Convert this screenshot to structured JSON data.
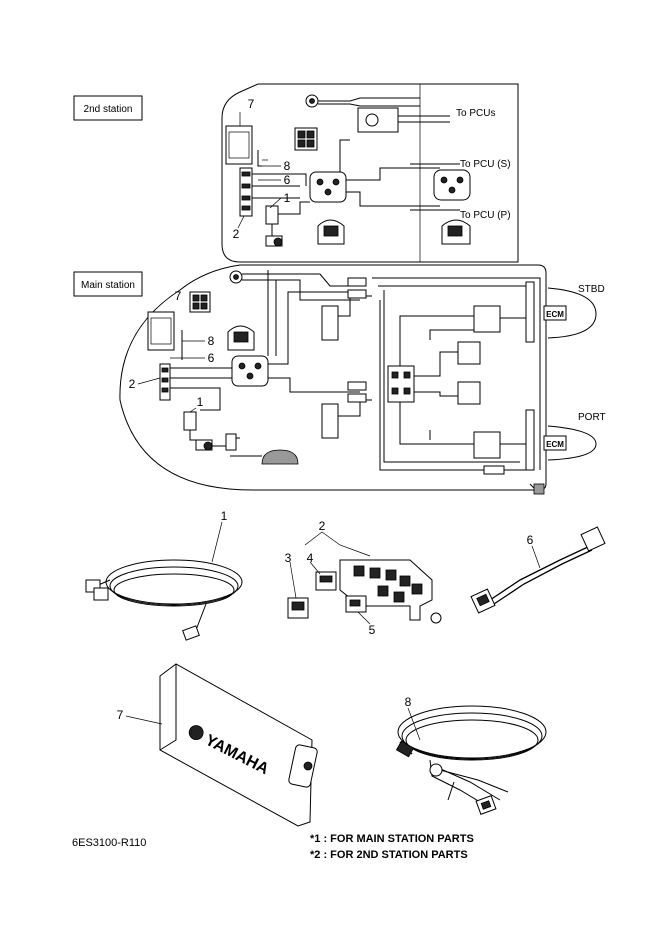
{
  "stations": {
    "second": "2nd station",
    "main": "Main station"
  },
  "destinations": {
    "pcus": "To PCUs",
    "pcu_s": "To PCU (S)",
    "pcu_p": "To PCU (P)",
    "stbd": "STBD",
    "port": "PORT",
    "ecm": "ECM"
  },
  "callouts": {
    "n1": "1",
    "n2": "2",
    "n3": "3",
    "n4": "4",
    "n5": "5",
    "n6": "6",
    "n7": "7",
    "n8": "8"
  },
  "display_brand": "YAMAHA",
  "diagram_code": "6ES3100-R110",
  "notes": {
    "main": "*1 : FOR MAIN STATION PARTS",
    "second": "*2 : FOR 2ND STATION PARTS"
  }
}
